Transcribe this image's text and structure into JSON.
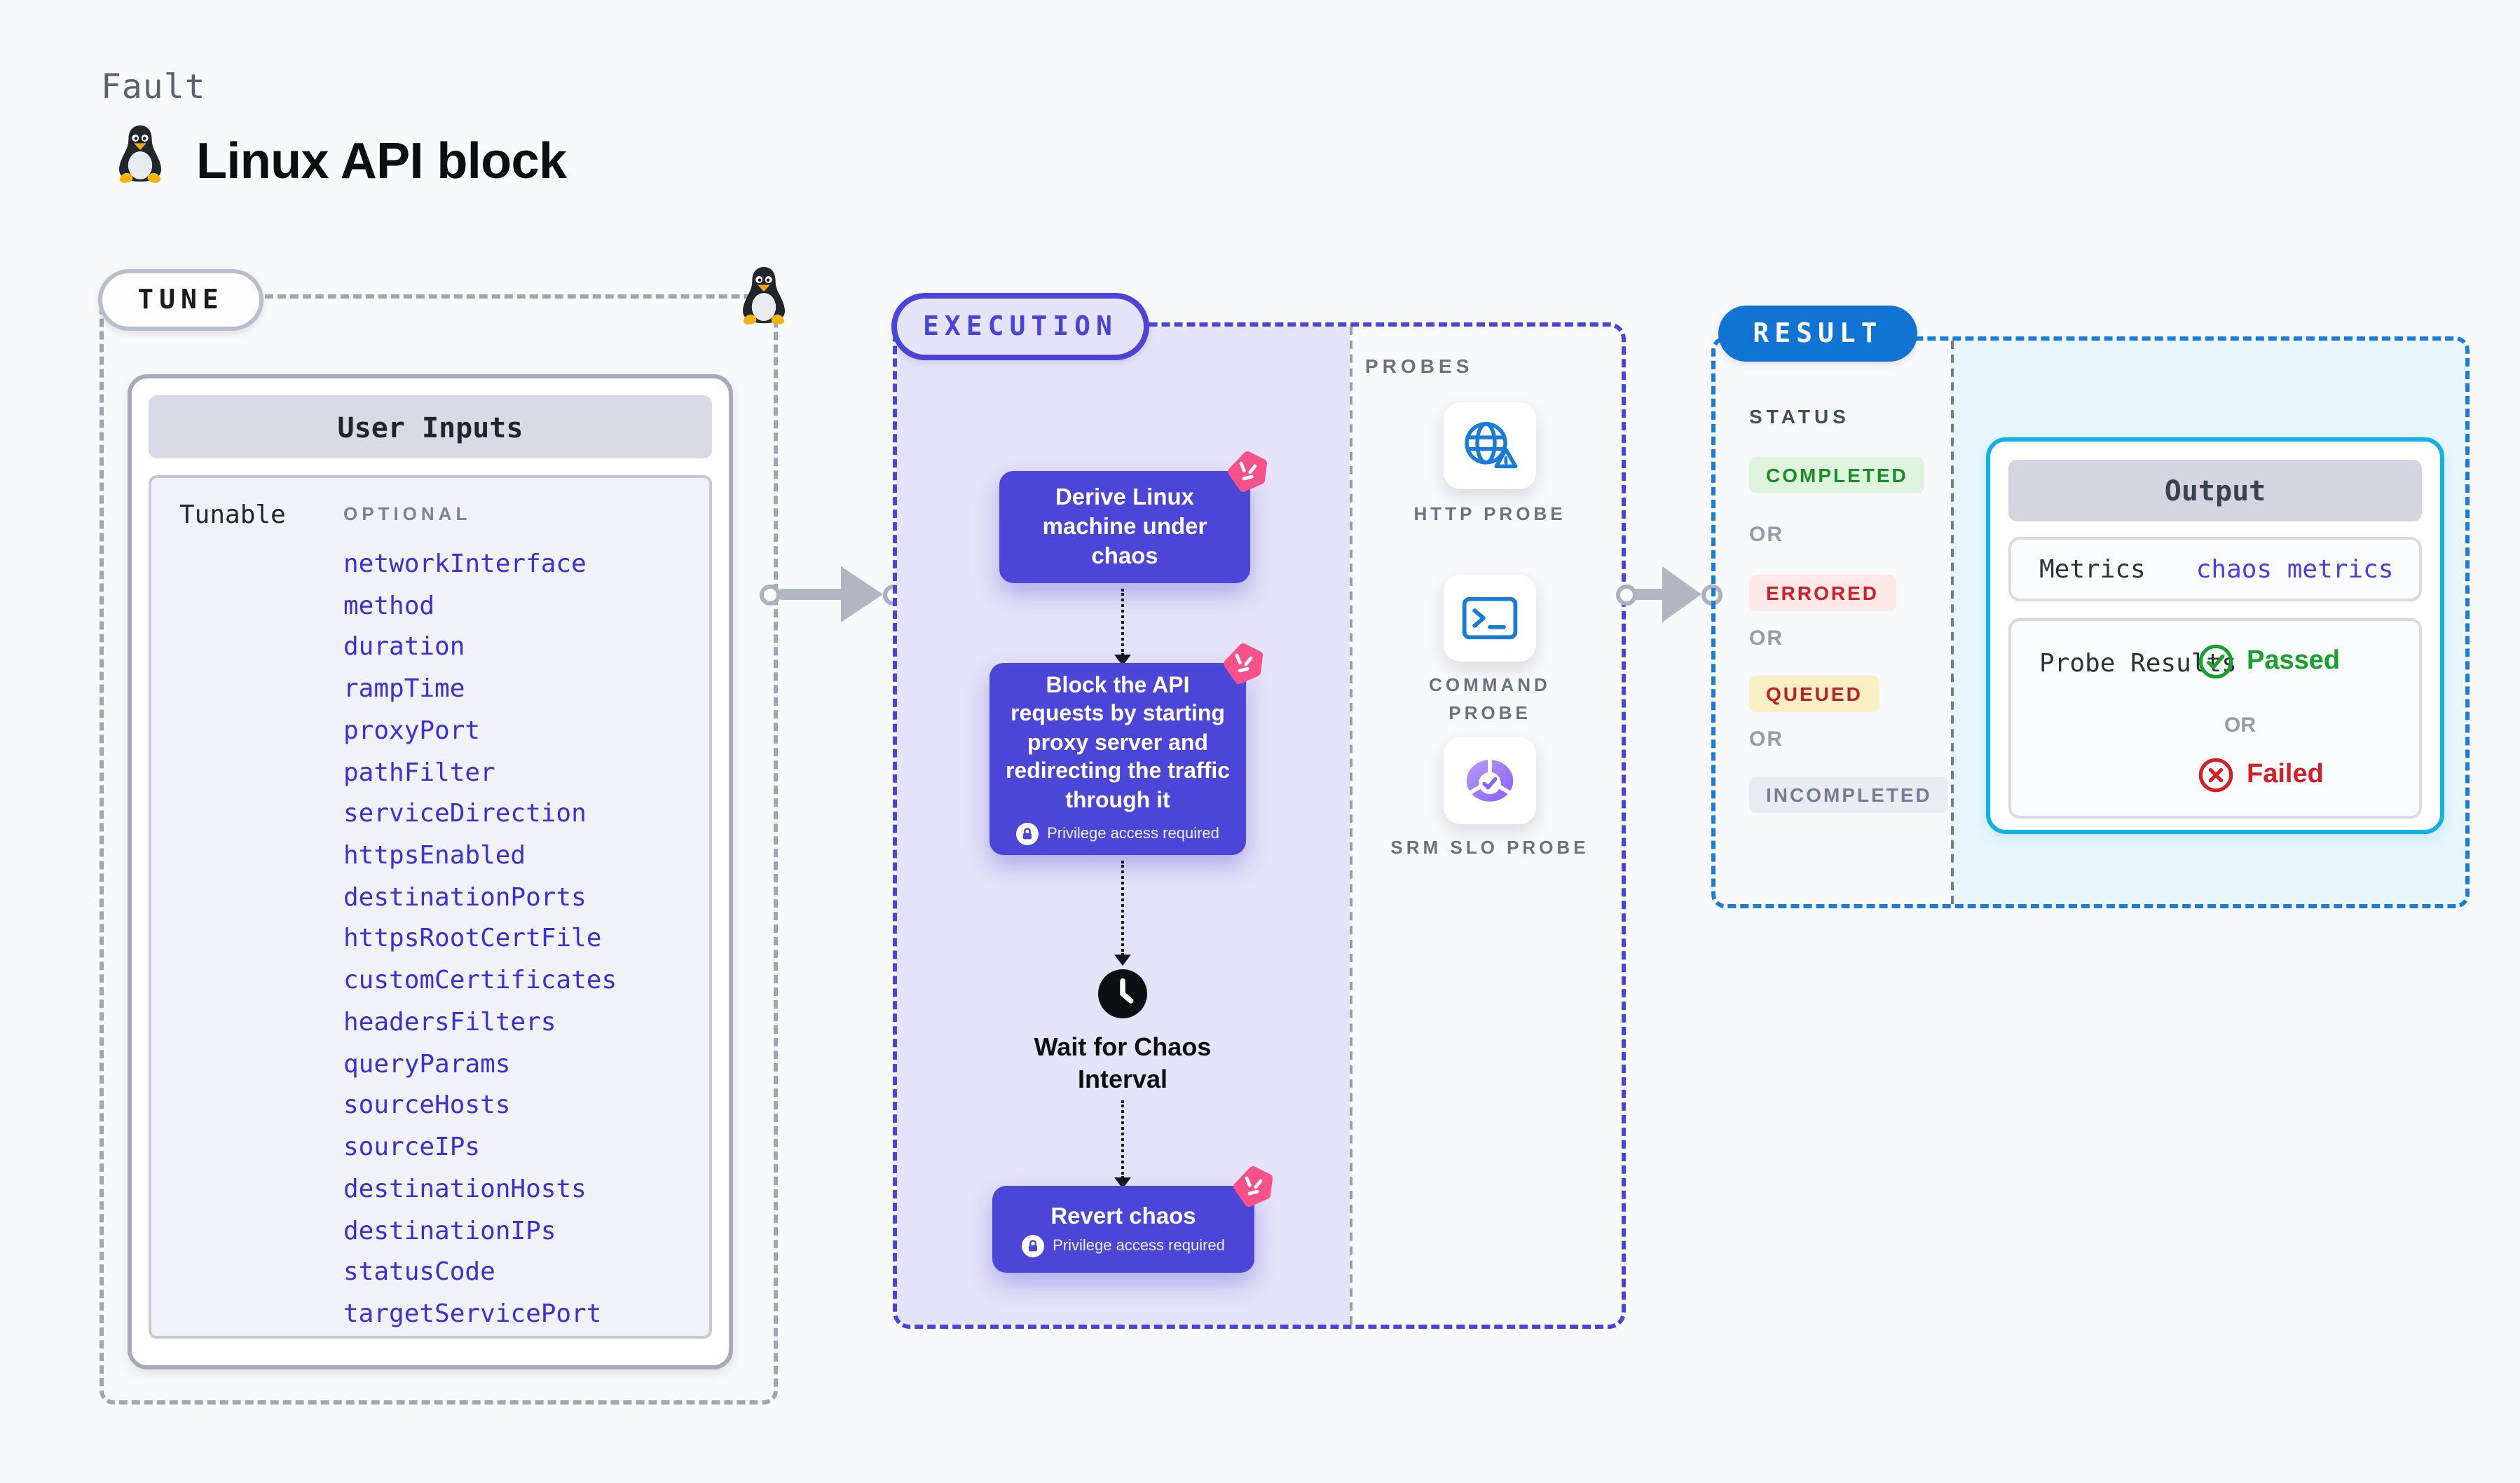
{
  "header": {
    "kicker": "Fault",
    "title": "Linux API block"
  },
  "tune": {
    "label": "TUNE",
    "card_title": "User Inputs",
    "row_label": "Tunable",
    "column_header": "OPTIONAL",
    "params": [
      "networkInterface",
      "method",
      "duration",
      "rampTime",
      "proxyPort",
      "pathFilter",
      "serviceDirection",
      "httpsEnabled",
      "destinationPorts",
      "httpsRootCertFile",
      "customCertificates",
      "headersFilters",
      "queryParams",
      "sourceHosts",
      "sourceIPs",
      "destinationHosts",
      "destinationIPs",
      "statusCode",
      "targetServicePort"
    ]
  },
  "execution": {
    "label": "EXECUTION",
    "privilege_label": "Privilege access required",
    "steps": [
      {
        "text": "Derive Linux machine under chaos"
      },
      {
        "text": "Block the API requests by starting proxy server and redirecting the traffic through it"
      },
      {
        "text": "Wait for Chaos Interval"
      },
      {
        "text": "Revert chaos"
      }
    ]
  },
  "probes": {
    "label": "PROBES",
    "items": [
      {
        "label": "HTTP PROBE",
        "icon": "globe-warning-icon"
      },
      {
        "label": "COMMAND PROBE",
        "icon": "terminal-icon"
      },
      {
        "label": "SRM SLO PROBE",
        "icon": "slo-gauge-icon"
      }
    ]
  },
  "result": {
    "label": "RESULT",
    "status_label": "STATUS",
    "or_label": "OR",
    "statuses": [
      {
        "label": "COMPLETED",
        "fg": "#1C8C28",
        "bg": "#DFF3DF"
      },
      {
        "label": "ERRORED",
        "fg": "#CE2026",
        "bg": "#FCE9E8"
      },
      {
        "label": "QUEUED",
        "fg": "#C02025",
        "bg": "#FAF0C6"
      },
      {
        "label": "INCOMPLETED",
        "fg": "#757D8F",
        "bg": "#EBEBF3"
      }
    ],
    "output": {
      "title": "Output",
      "metrics_label": "Metrics",
      "metrics_value": "chaos metrics",
      "probe_results_label": "Probe Results",
      "passed_label": "Passed",
      "or_label": "OR",
      "failed_label": "Failed"
    }
  },
  "colors": {
    "page_bg": "#F8F9FB",
    "accent_indigo": "#4C46D8",
    "lavender_fill": "#E5E3F8",
    "result_blue": "#1173D2",
    "cyan_border": "#10B2E5",
    "cyan_fill": "#E8F6FC",
    "param_blue": "#3A30D5",
    "chaos_pink": "#F75189",
    "passed_green": "#17A22C",
    "failed_red": "#D31F26",
    "arrow_gray": "#B2B6C3"
  }
}
